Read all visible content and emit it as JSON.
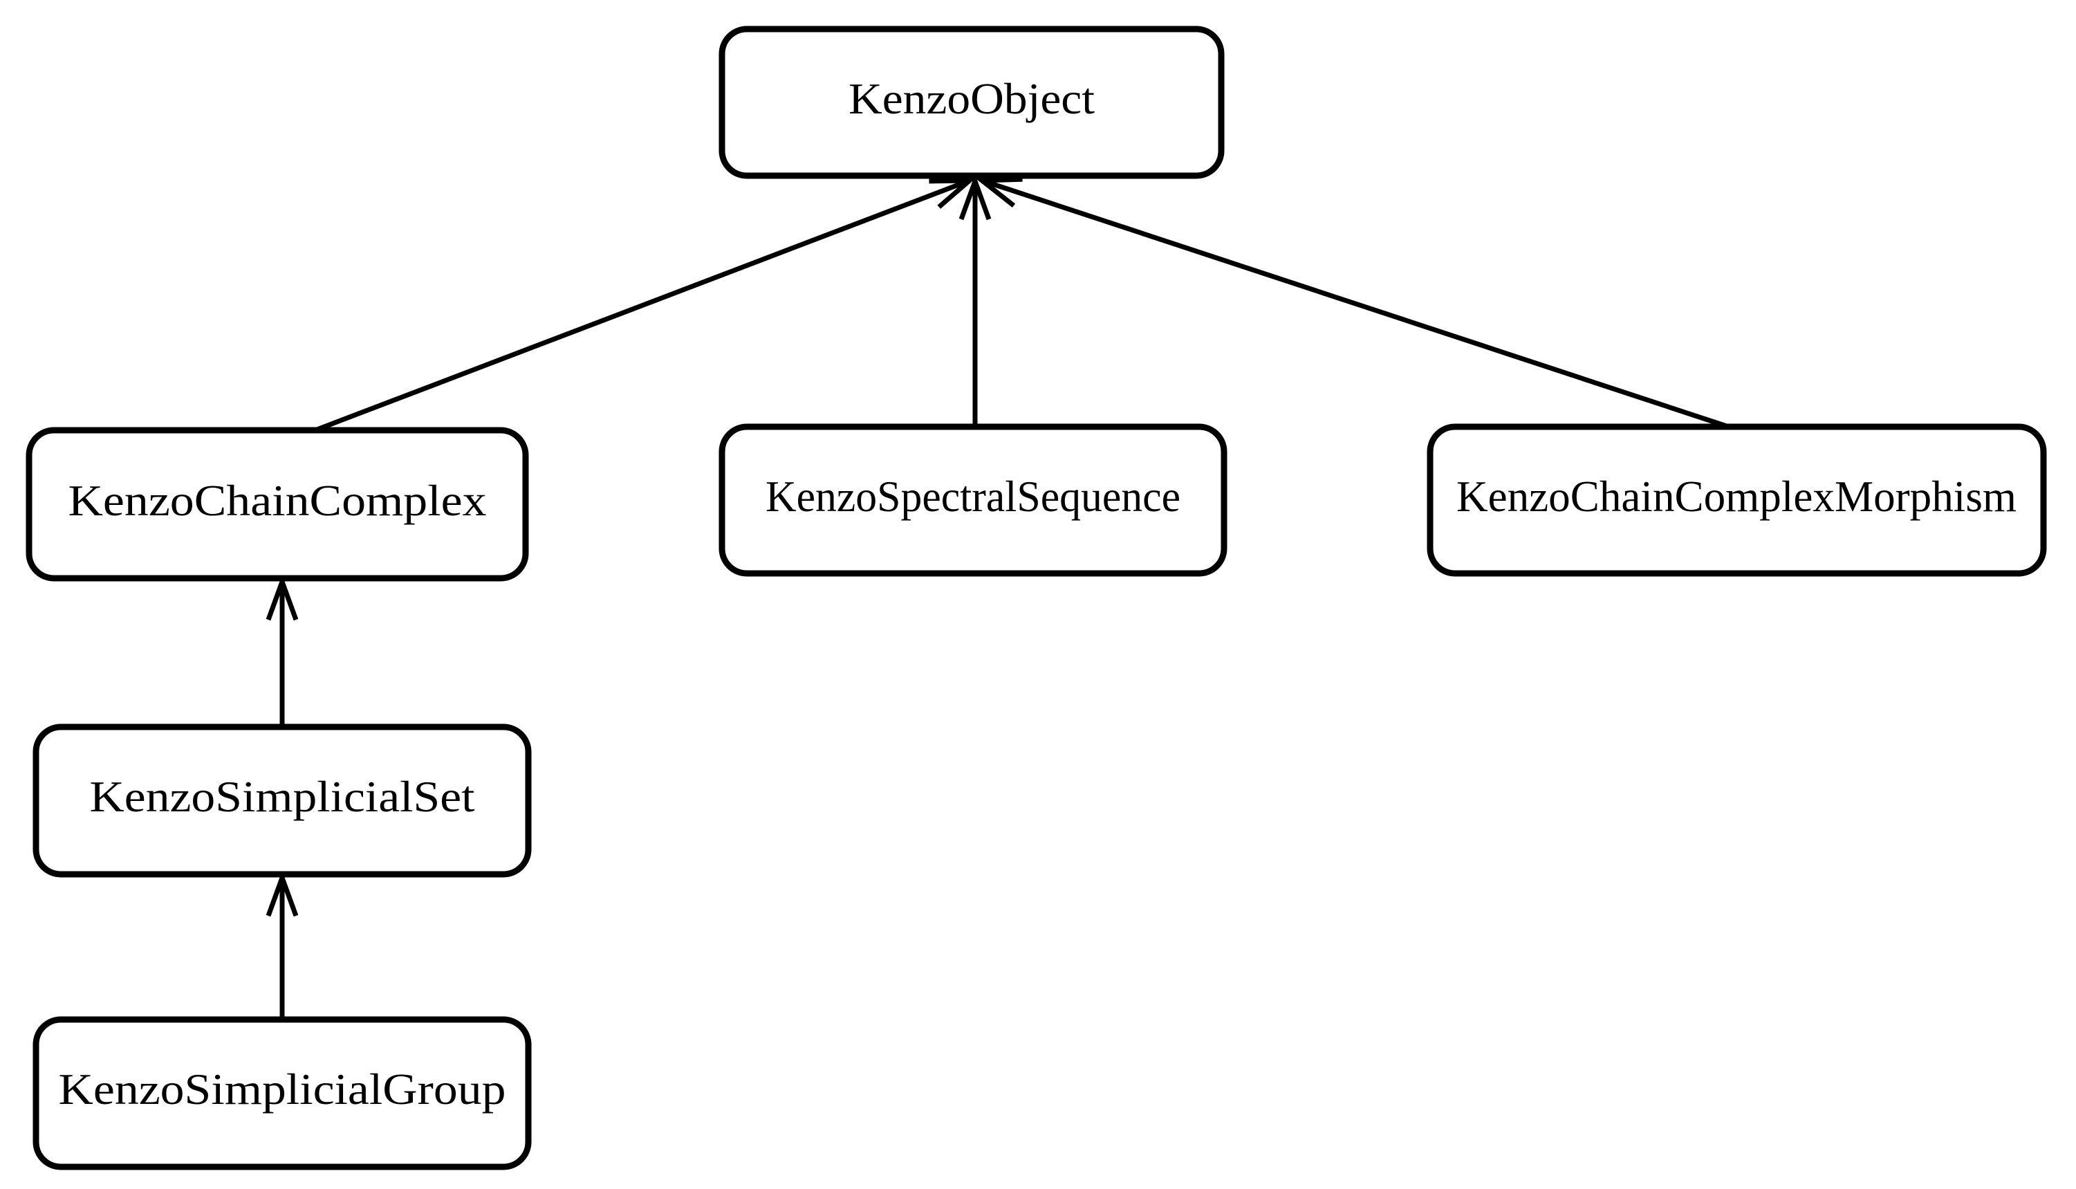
{
  "diagram": {
    "type": "class-hierarchy",
    "colors": {
      "ink": "#000000",
      "background": "#ffffff"
    },
    "nodes": [
      {
        "id": "KenzoObject",
        "label": "KenzoObject"
      },
      {
        "id": "KenzoChainComplex",
        "label": "KenzoChainComplex"
      },
      {
        "id": "KenzoSpectralSequence",
        "label": "KenzoSpectralSequence"
      },
      {
        "id": "KenzoChainComplexMorphism",
        "label": "KenzoChainComplexMorphism"
      },
      {
        "id": "KenzoSimplicialSet",
        "label": "KenzoSimplicialSet"
      },
      {
        "id": "KenzoSimplicialGroup",
        "label": "KenzoSimplicialGroup"
      }
    ],
    "edges": [
      {
        "from": "KenzoChainComplex",
        "to": "KenzoObject",
        "style": "open-vee-arrow"
      },
      {
        "from": "KenzoSpectralSequence",
        "to": "KenzoObject",
        "style": "open-vee-arrow"
      },
      {
        "from": "KenzoChainComplexMorphism",
        "to": "KenzoObject",
        "style": "open-vee-arrow"
      },
      {
        "from": "KenzoSimplicialSet",
        "to": "KenzoChainComplex",
        "style": "open-vee-arrow"
      },
      {
        "from": "KenzoSimplicialGroup",
        "to": "KenzoSimplicialSet",
        "style": "open-vee-arrow"
      }
    ]
  }
}
